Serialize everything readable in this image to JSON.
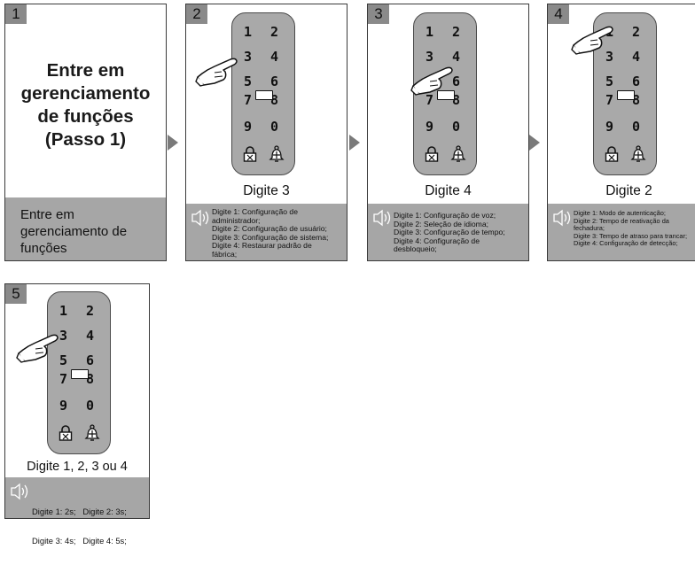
{
  "panels": [
    {
      "number": "1",
      "title": "Entre em gerenciamento de funções (Passo 1)",
      "title_lines": [
        "Entre em",
        "gerenciamento",
        "de funções",
        "(Passo 1)"
      ],
      "footer_lines": [
        "Entre em",
        "gerenciamento de",
        "funções"
      ]
    },
    {
      "number": "2",
      "caption": "Digite 3",
      "notes": [
        "Digite 1: Configuração de",
        "administrador;",
        "Digite 2: Configuração de usuário;",
        "Digite 3: Configuração de sistema;",
        "Digite 4: Restaurar padrão de",
        "fábrica;"
      ]
    },
    {
      "number": "3",
      "caption": "Digite 4",
      "notes": [
        "Digite 1: Configuração de voz;",
        "Digite 2: Seleção de idioma;",
        "Digite 3: Configuração de tempo;",
        "Digite 4: Configuração de",
        "desbloqueio;"
      ]
    },
    {
      "number": "4",
      "caption": "Digite 2",
      "notes": [
        "Digite 1: Modo de autenticação;",
        "Digite 2: Tempo de reativação da",
        "fechadura;",
        "Digite 3: Tempo de atraso para trancar;",
        "Digite 4: Configuração de detecção;"
      ]
    },
    {
      "number": "5",
      "caption": "Digite 1, 2, 3 ou 4",
      "notes": [
        "Digite 1: 2s;   Digite 2: 3s;",
        "Digite 3: 4s;   Digite 4: 5s;"
      ]
    }
  ],
  "keypad_keys": [
    "1",
    "2",
    "3",
    "4",
    "5",
    "6",
    "7",
    "8",
    "9",
    "0"
  ],
  "colors": {
    "number_badge": "#8a8a8a",
    "gray_box": "#a6a6a6",
    "keypad": "#a9a9a9",
    "arrow": "#7a7a7a"
  }
}
